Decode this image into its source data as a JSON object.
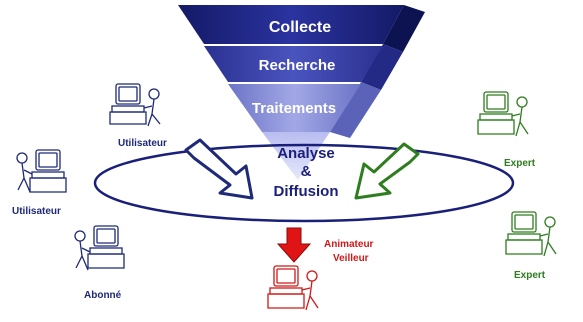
{
  "funnel": {
    "levels": [
      "Collecte",
      "Recherche",
      "Traitements"
    ],
    "center_lines": [
      "Analyse",
      "&",
      "Diffusion"
    ]
  },
  "people": {
    "utilisateur_1": "Utilisateur",
    "utilisateur_2": "Utilisateur",
    "abonne": "Abonné",
    "expert_1": "Expert",
    "expert_2": "Expert",
    "animateur_line1": "Animateur",
    "animateur_line2": "Veilleur"
  },
  "colors": {
    "funnel_dark": "#1c2378",
    "funnel_mid": "#3b45a8",
    "funnel_light": "#8c93d6",
    "ellipse": "#1a1f7a",
    "users": "#1e2a78",
    "experts": "#2e7d1f",
    "animateur": "#d01818"
  }
}
